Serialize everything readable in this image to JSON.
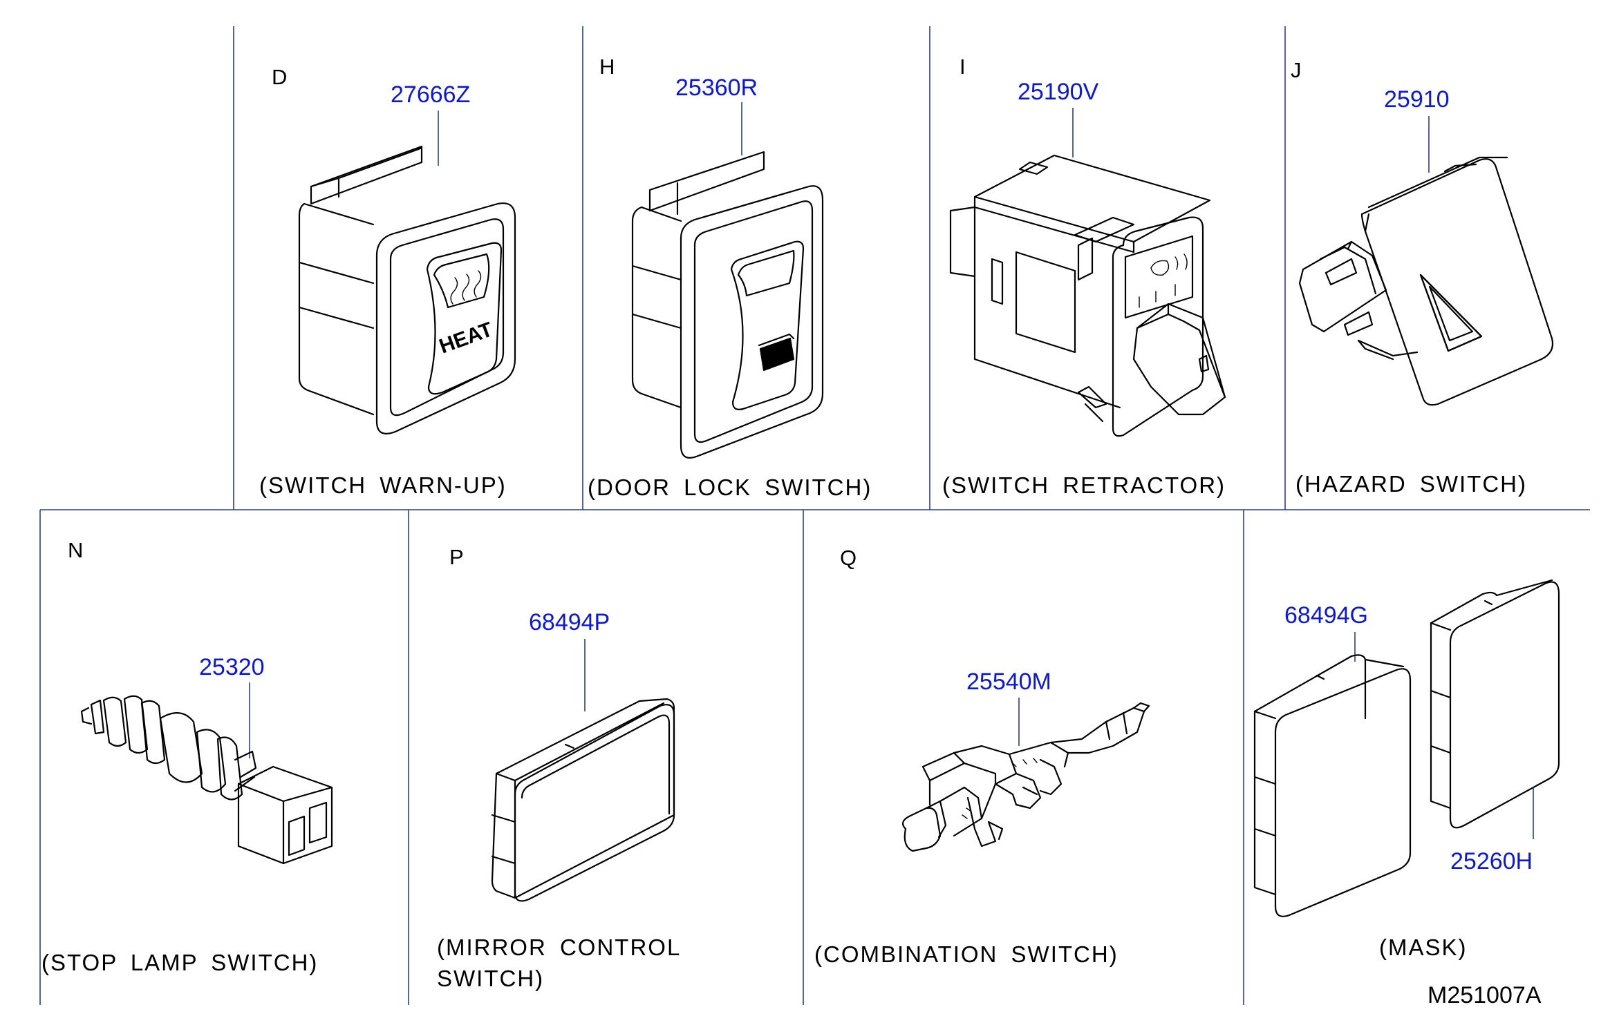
{
  "diagram_code": "M251007A",
  "panels": [
    {
      "letter": "D",
      "part": "27666Z",
      "caption": "(SWITCH WARN-UP)",
      "label": "HEAT"
    },
    {
      "letter": "H",
      "part": "25360R",
      "caption": "(DOOR LOCK SWITCH)"
    },
    {
      "letter": "I",
      "part": "25190V",
      "caption": "(SWITCH RETRACTOR)"
    },
    {
      "letter": "J",
      "part": "25910",
      "caption": "(HAZARD SWITCH)"
    },
    {
      "letter": "N",
      "part": "25320",
      "caption": "(STOP LAMP SWITCH)"
    },
    {
      "letter": "P",
      "part": "68494P",
      "caption_line1": "(MIRROR CONTROL",
      "caption_line2": "SWITCH)"
    },
    {
      "letter": "Q",
      "part": "25540M",
      "caption": "(COMBINATION SWITCH)"
    },
    {
      "part_a": "68494G",
      "part_b": "25260H",
      "caption": "(MASK)"
    }
  ]
}
